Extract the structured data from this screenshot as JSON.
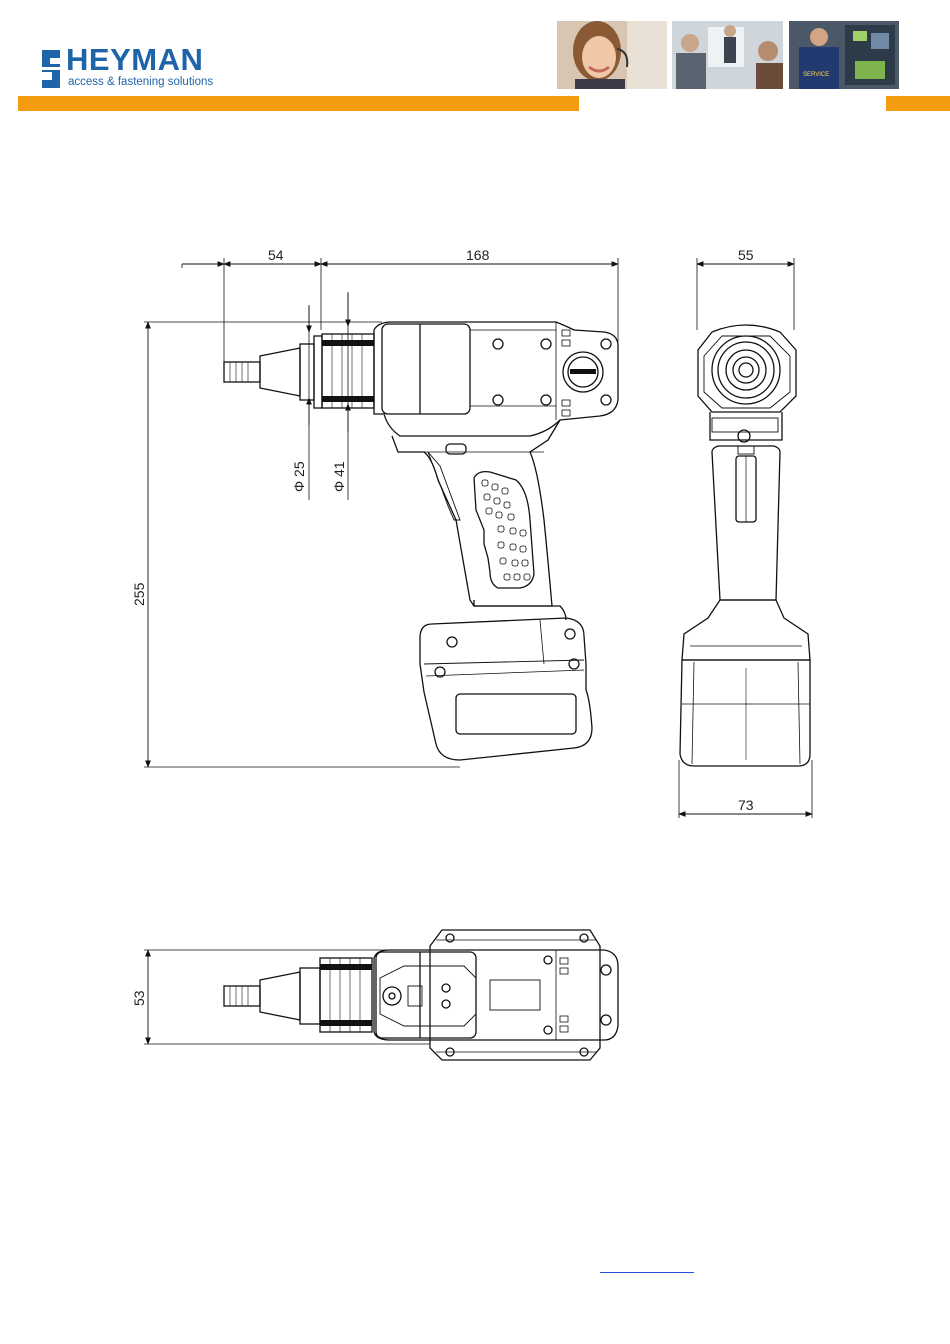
{
  "header": {
    "brand": "HEYMAN",
    "tagline": "access & fastening solutions",
    "accent_color": "#f39c12",
    "brand_color": "#1e64a8",
    "photos": [
      "support-agent-photo",
      "office-meeting-photo",
      "service-technician-photo"
    ],
    "service_badge": "SERVICE"
  },
  "drawing": {
    "side_view": {
      "dim_nose_length": "54",
      "dim_body_length": "168",
      "dim_height": "255",
      "dim_dia_small": "Φ 25",
      "dim_dia_large": "Φ 41"
    },
    "front_view": {
      "dim_top_width": "55",
      "dim_bottom_width": "73"
    },
    "top_view": {
      "dim_width": "53"
    }
  },
  "footer": {
    "link_color": "#2b4fd8"
  }
}
